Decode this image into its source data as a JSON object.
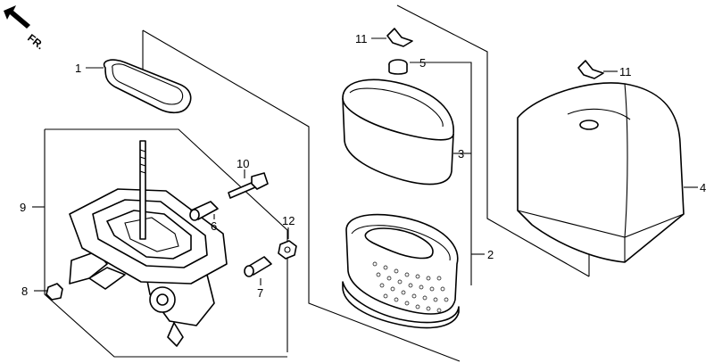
{
  "direction_marker": {
    "text": "FR.",
    "arrow_icon": "arrow-up-left-icon"
  },
  "callouts": [
    {
      "id": "c1",
      "label": "1",
      "part": "gasket"
    },
    {
      "id": "c2",
      "label": "2",
      "part": "air-cleaner-element-assembly"
    },
    {
      "id": "c3",
      "label": "3",
      "part": "outer-foam-element"
    },
    {
      "id": "c4",
      "label": "4",
      "part": "air-cleaner-cover"
    },
    {
      "id": "c5",
      "label": "5",
      "part": "grommet"
    },
    {
      "id": "c6",
      "label": "6",
      "part": "collar"
    },
    {
      "id": "c7",
      "label": "7",
      "part": "collar"
    },
    {
      "id": "c8",
      "label": "8",
      "part": "nut"
    },
    {
      "id": "c9",
      "label": "9",
      "part": "air-cleaner-base"
    },
    {
      "id": "c10",
      "label": "10",
      "part": "bolt"
    },
    {
      "id": "c11a",
      "label": "11",
      "part": "wing-nut"
    },
    {
      "id": "c11b",
      "label": "11",
      "part": "wing-nut"
    },
    {
      "id": "c12",
      "label": "12",
      "part": "nut"
    }
  ]
}
